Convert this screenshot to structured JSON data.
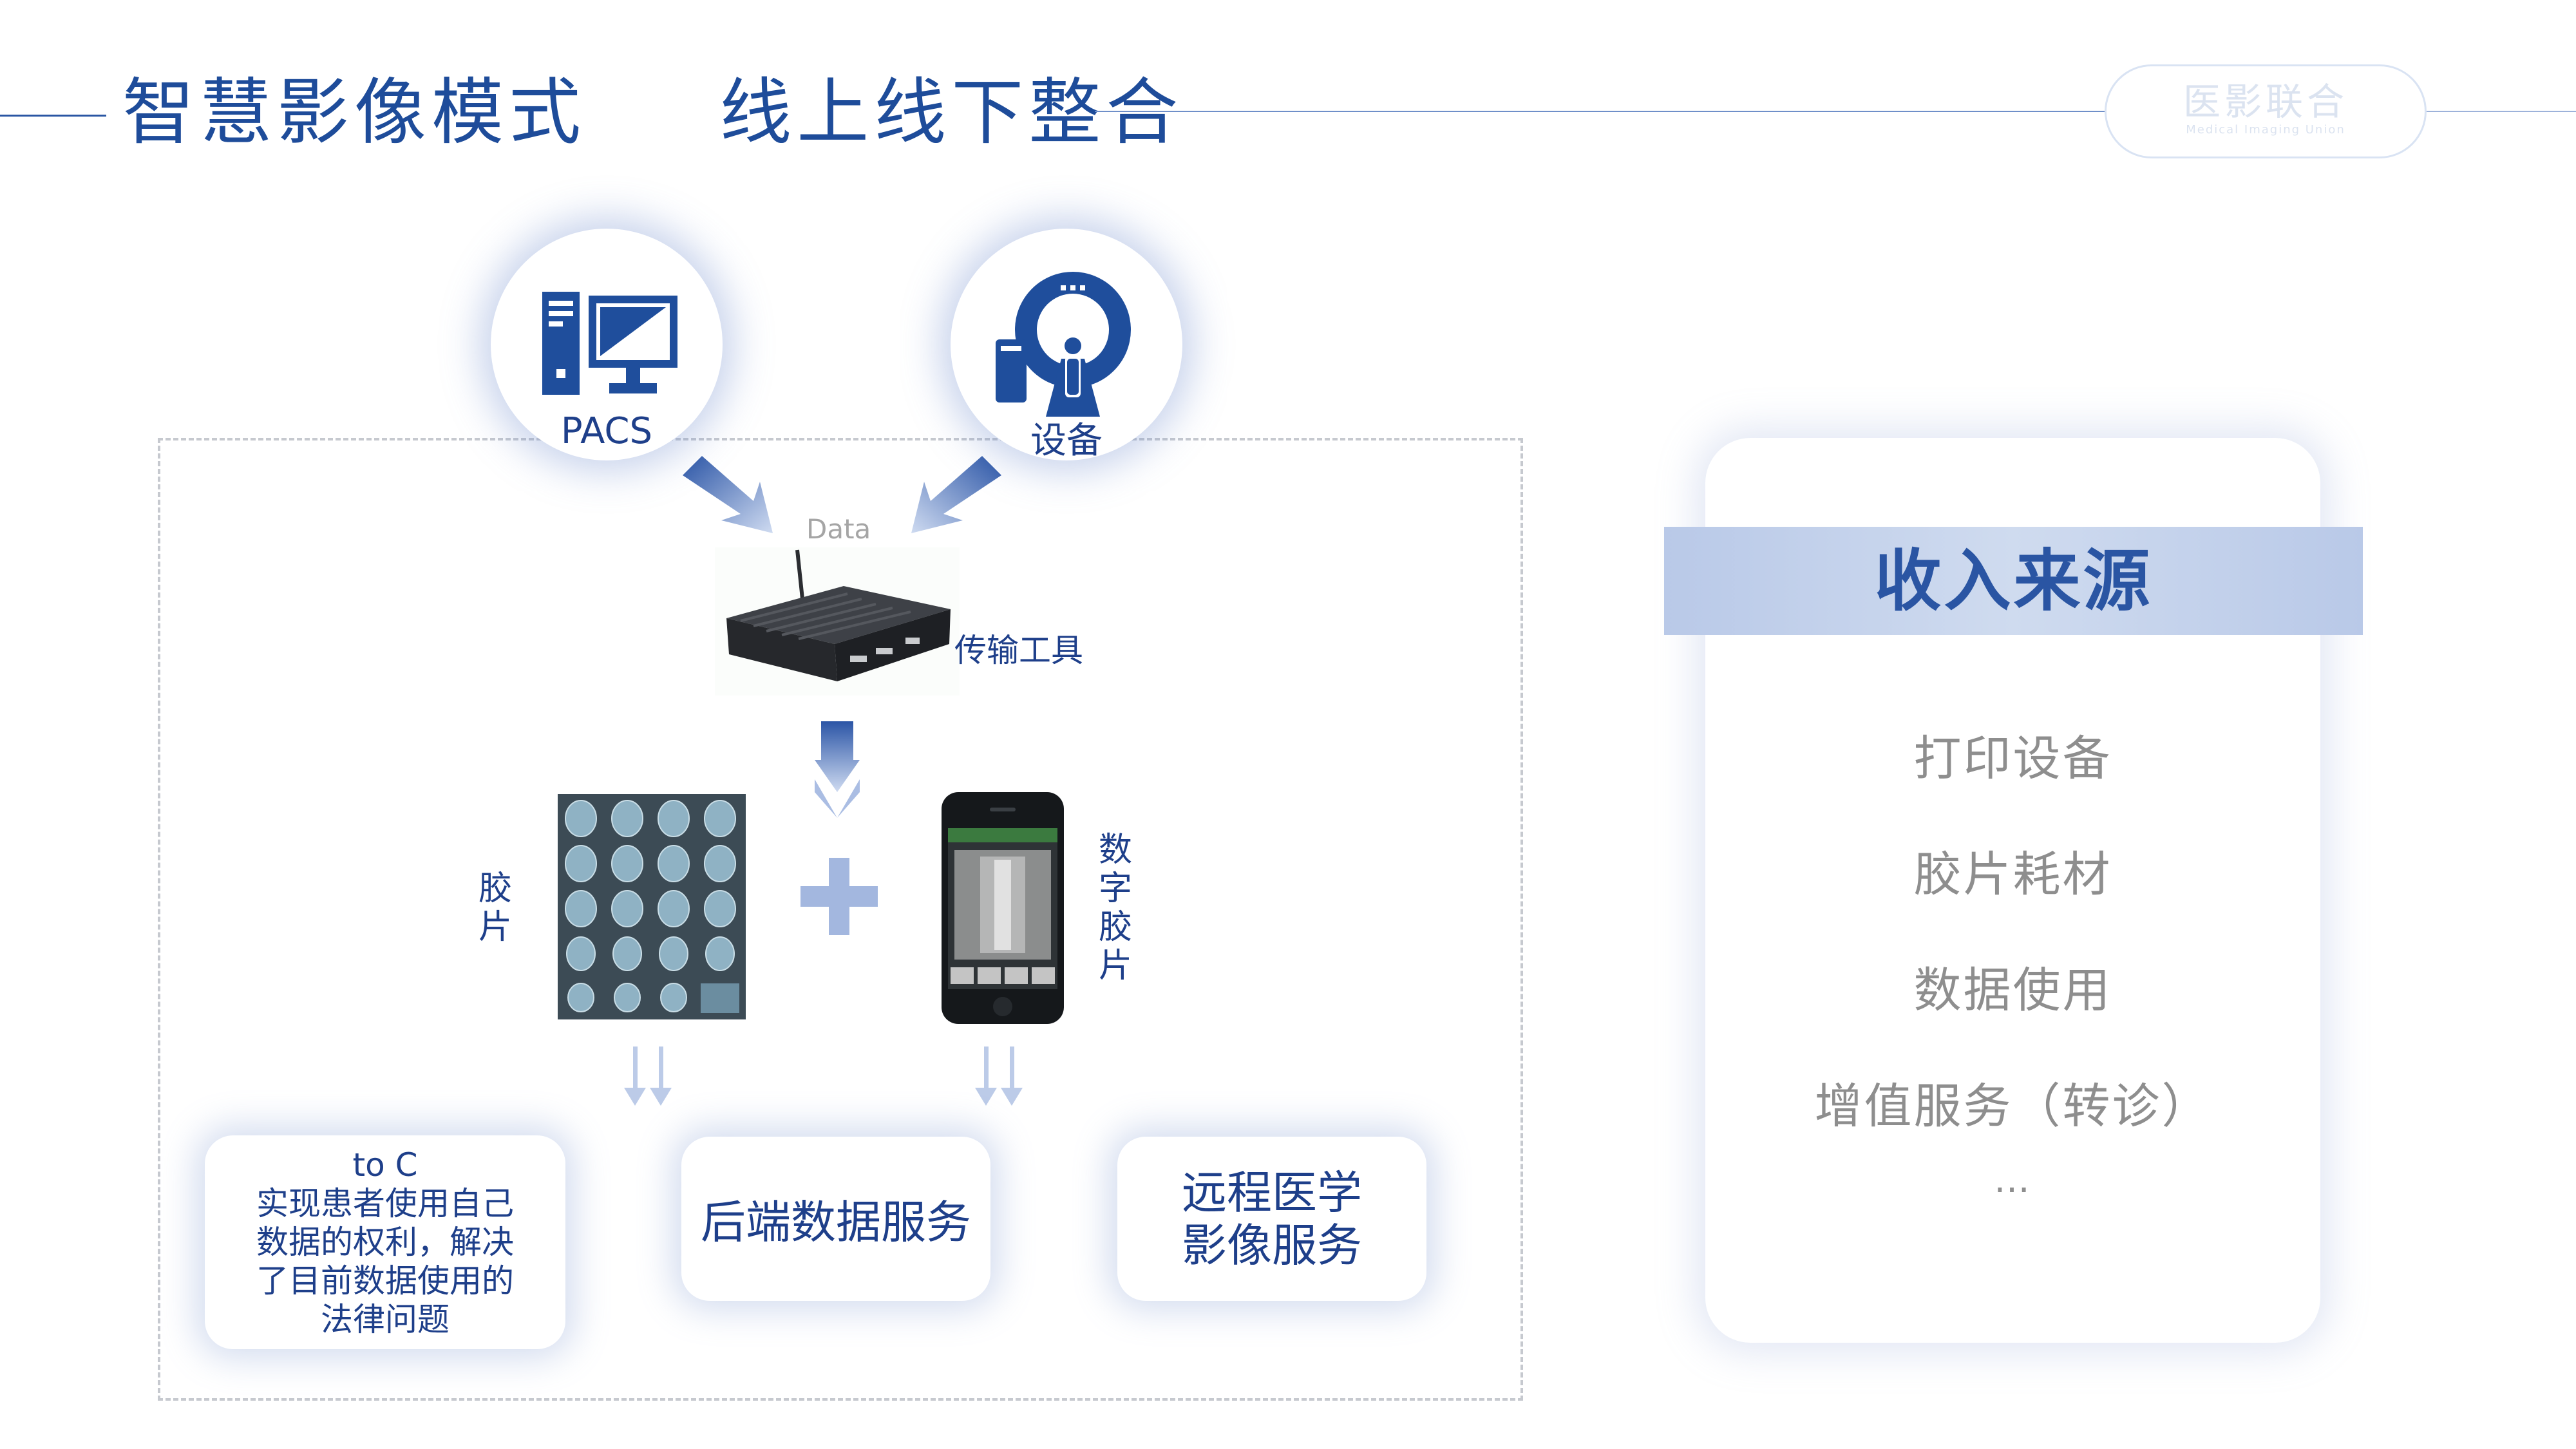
{
  "header": {
    "title_part1": "智慧影像模式",
    "title_part2": "线上线下整合",
    "logo_cn": "医影联合",
    "logo_en": "Medical Imaging Union"
  },
  "diagram": {
    "pacs_label": "PACS",
    "device_label": "设备",
    "data_label": "Data",
    "transfer_tool_label": "传输工具",
    "film_label": "胶\n片",
    "digital_film_label": "数\n字\n胶\n片",
    "card_toc_title": "to C",
    "card_toc_body": "实现患者使用自己\n数据的权利，解决\n了目前数据使用的\n法律问题",
    "card_backend": "后端数据服务",
    "card_remote": "远程医学\n影像服务"
  },
  "revenue": {
    "title": "收入来源",
    "items": [
      "打印设备",
      "胶片耗材",
      "数据使用",
      "增值服务（转诊）",
      "…"
    ]
  },
  "colors": {
    "primary": "#1e4c9a",
    "icon_blue": "#1f4e9c",
    "band": "#c4d3ec",
    "muted_text": "#8e8e8e"
  }
}
